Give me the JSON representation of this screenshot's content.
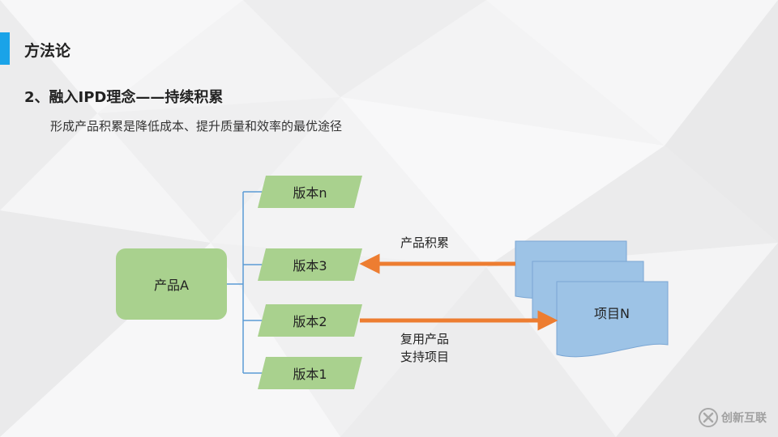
{
  "header": {
    "section_title": "方法论",
    "subtitle": "2、融入IPD理念——持续积累",
    "description": "形成产品积累是降低成本、提升质量和效率的最优途径"
  },
  "diagram": {
    "product": "产品A",
    "versions": [
      "版本n",
      "版本3",
      "版本2",
      "版本1"
    ],
    "project": "项目N",
    "edge_accumulate": "产品积累",
    "edge_reuse": [
      "复用产品",
      "支持项目"
    ]
  },
  "colors": {
    "accent": "#1aa3e8",
    "node_green": "#a9d18e",
    "doc_blue": "#9dc3e6",
    "doc_border": "#7aa6d4",
    "arrow_orange": "#ed7d31",
    "connector": "#5b9bd5"
  },
  "logo": {
    "text": "创新互联",
    "icon": "logo-x-icon"
  }
}
